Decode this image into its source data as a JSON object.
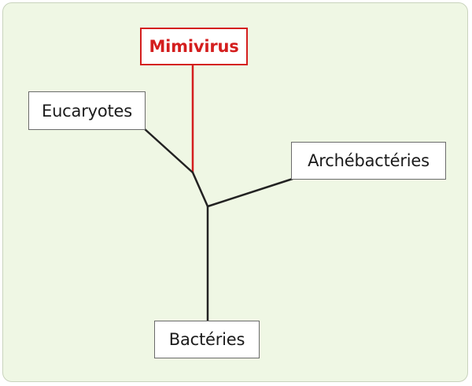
{
  "diagram": {
    "colors": {
      "background": "#eff7e4",
      "branch": "#222222",
      "highlight": "#d41e1e"
    },
    "nodes": {
      "mimivirus": "Mimivirus",
      "eucaryotes": "Eucaryotes",
      "archebacteries": "Archébactéries",
      "bacteries": "Bactéries"
    },
    "highlighted_node": "mimivirus"
  }
}
